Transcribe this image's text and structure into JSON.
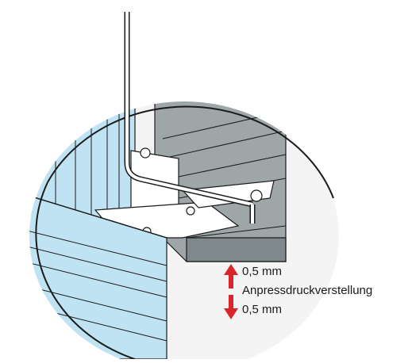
{
  "colors": {
    "frame_blue": "#bfe3f2",
    "frame_blue_dark": "#9fcfe4",
    "sash_gray": "#9ea6a8",
    "sash_gray_dark": "#7f888b",
    "arrow_red": "#d9262c",
    "line": "#1a1a1a"
  },
  "icons": {
    "arrow_up": "arrow-up-icon",
    "arrow_down": "arrow-down-icon",
    "tool": "allen-key-icon"
  },
  "annotations": {
    "up_value": "0,5 mm",
    "adjustment_label": "Anpressdruckverstellung",
    "down_value": "0,5 mm"
  }
}
